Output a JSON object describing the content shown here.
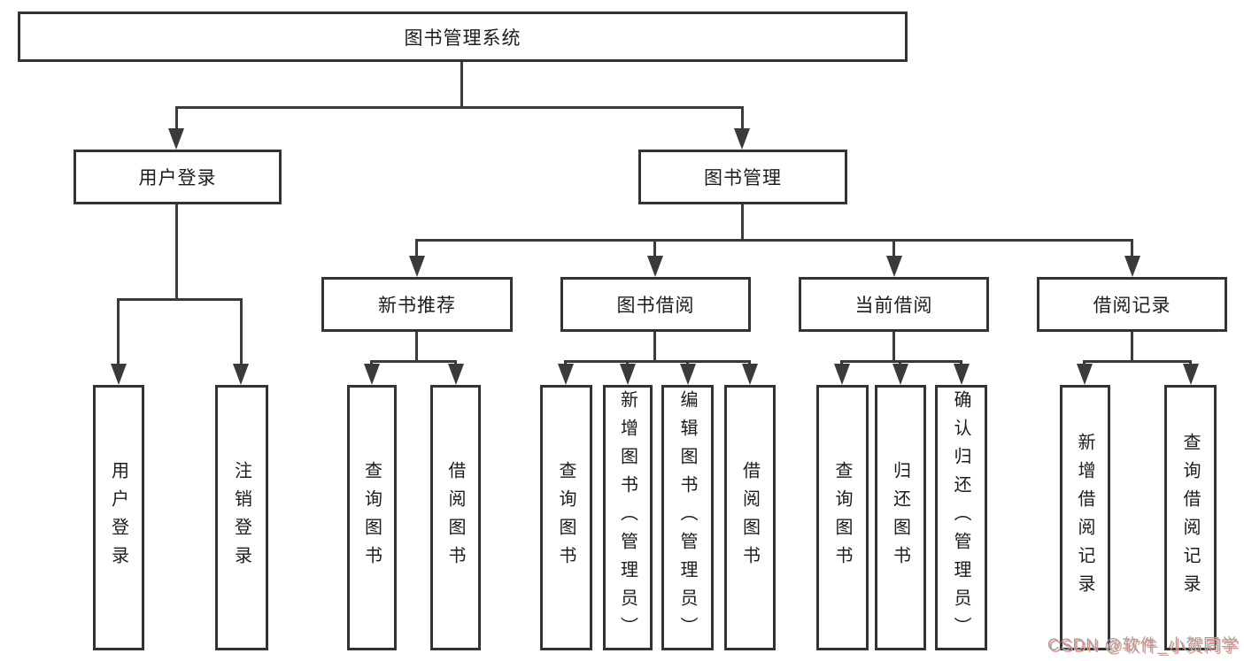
{
  "tree": {
    "label": "图书管理系统",
    "children": [
      {
        "label": "用户登录",
        "children": [
          {
            "label": "用户登录"
          },
          {
            "label": "注销登录"
          }
        ]
      },
      {
        "label": "图书管理",
        "children": [
          {
            "label": "新书推荐",
            "children": [
              {
                "label": "查询图书"
              },
              {
                "label": "借阅图书"
              }
            ]
          },
          {
            "label": "图书借阅",
            "children": [
              {
                "label": "查询图书"
              },
              {
                "label": "新增图书（管理员）"
              },
              {
                "label": "编辑图书（管理员）"
              },
              {
                "label": "借阅图书"
              }
            ]
          },
          {
            "label": "当前借阅",
            "children": [
              {
                "label": "查询图书"
              },
              {
                "label": "归还图书"
              },
              {
                "label": "确认归还（管理员）"
              }
            ]
          },
          {
            "label": "借阅记录",
            "children": [
              {
                "label": "新增借阅记录"
              },
              {
                "label": "查询借阅记录"
              }
            ]
          }
        ]
      }
    ]
  },
  "watermark": {
    "text": "CSDN @软件_小贺同学"
  },
  "colors": {
    "background": "#ffffff",
    "line": "#3a3a3a",
    "box_border": "#333333",
    "text": "#1c1c1c",
    "watermark": "#a3a3a3",
    "watermark_shadow": "#ec9287"
  }
}
